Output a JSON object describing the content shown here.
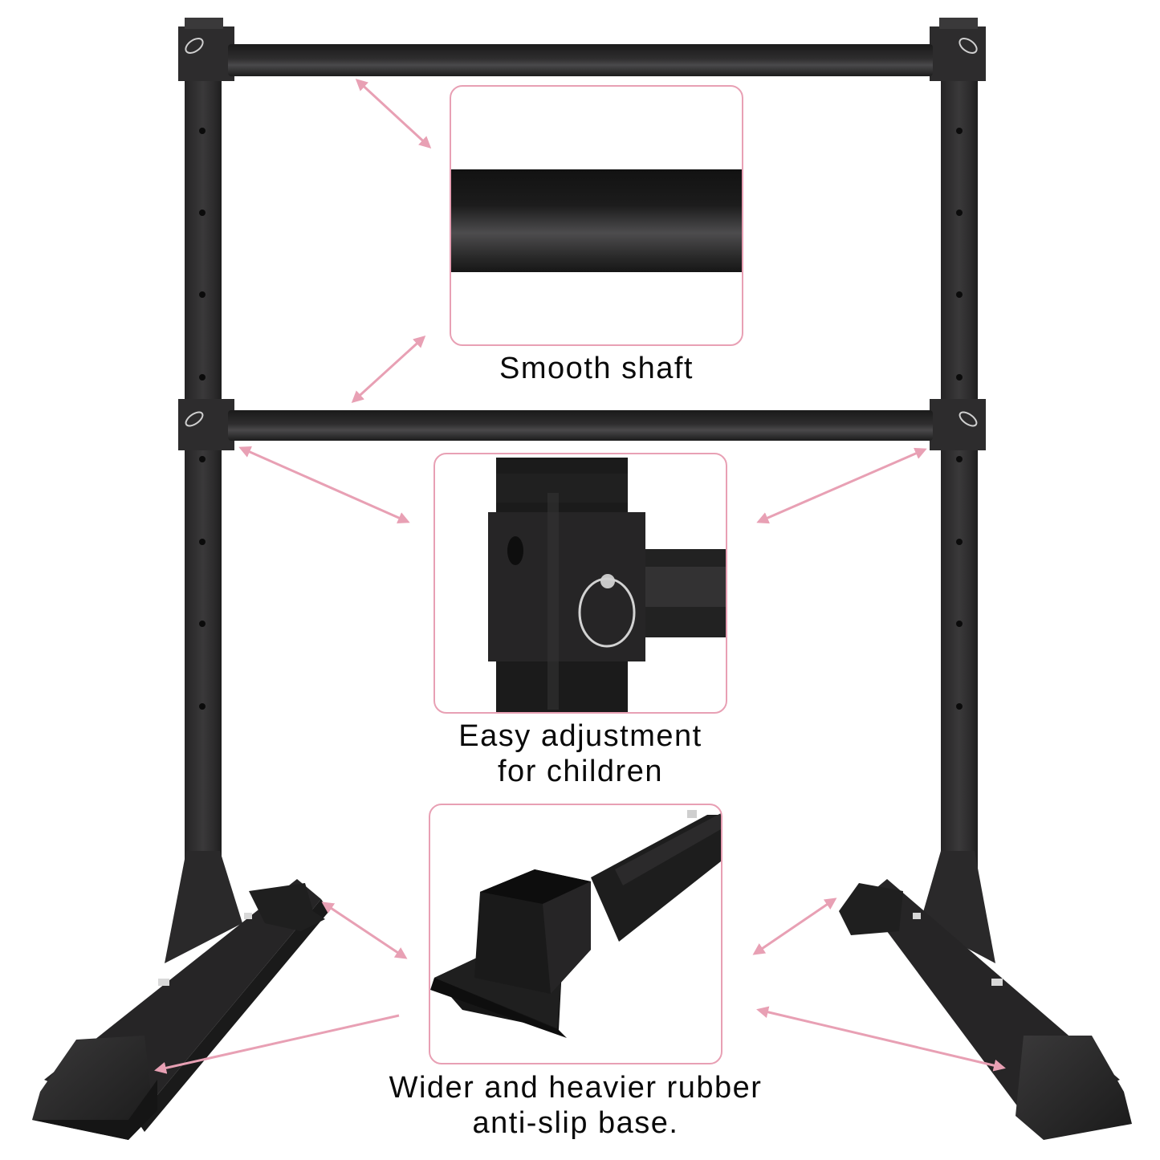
{
  "product": {
    "name": "ballet barre stand",
    "frame_color": "#2b2a2b",
    "accent_color": "#e8a0b4"
  },
  "callouts": [
    {
      "id": "smooth-shaft",
      "label": "Smooth shaft"
    },
    {
      "id": "easy-adjustment",
      "label_line1": "Easy adjustment",
      "label_line2": "for children"
    },
    {
      "id": "anti-slip-base",
      "label_line1": "Wider and heavier rubber",
      "label_line2": "anti-slip base."
    }
  ]
}
